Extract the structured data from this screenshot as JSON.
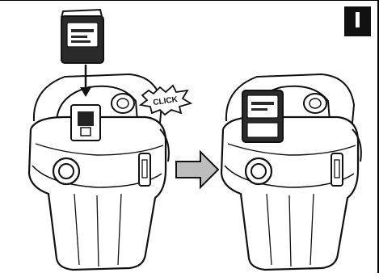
{
  "figure": {
    "step_label": "I",
    "sound_effect": "CLICK",
    "colors": {
      "line": "#111111",
      "fill": "#ffffff",
      "battery_dark": "#2a2a2a",
      "arrow_fill": "#bdbdbd",
      "frame": "#000000"
    },
    "icons": [
      "battery-pack",
      "down-arrow",
      "click-burst",
      "right-arrow",
      "vacuum-unit"
    ]
  }
}
